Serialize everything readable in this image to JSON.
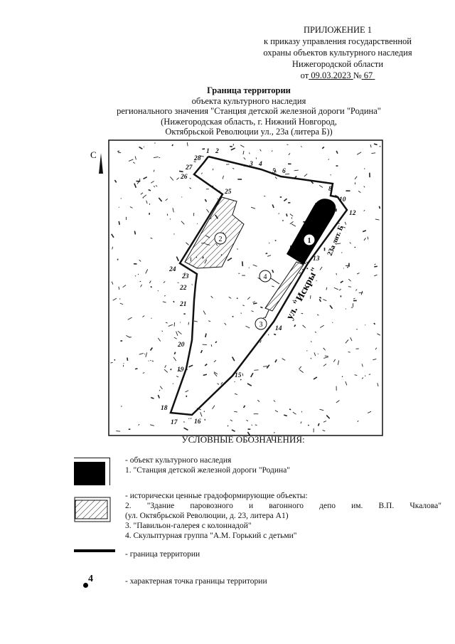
{
  "header": {
    "appendix": "ПРИЛОЖЕНИЕ 1",
    "line1": "к приказу управления государственной",
    "line2": "охраны объектов культурного наследия",
    "line3": "Нижегородской области",
    "date_prefix": "от",
    "date": "09.03.2023",
    "number_prefix": "№",
    "number": "67"
  },
  "title": {
    "main": "Граница территории",
    "line1": "объекта культурного наследия",
    "line2": "регионального значения \"Станция детской железной дороги \"Родина\"",
    "line3": "(Нижегородская область, г. Нижний Новгород,",
    "line4": "Октябрьской Революции ул., 23а (литера Б))"
  },
  "map": {
    "north_label": "С",
    "street_label": "ул. \"Искры\"",
    "address_label": "23а лит. Б",
    "object_labels": [
      "1",
      "2",
      "3",
      "4"
    ],
    "boundary_points": [
      "1",
      "2",
      "3",
      "4",
      "5",
      "6",
      "8",
      "10",
      "12",
      "13",
      "14",
      "15",
      "16",
      "17",
      "18",
      "19",
      "20",
      "21",
      "22",
      "23",
      "24",
      "25",
      "26",
      "27",
      "28"
    ]
  },
  "legend": {
    "title": "УСЛОВНЫЕ ОБОЗНАЧЕНИЯ:",
    "heritage": {
      "desc": "- объект культурного наследия",
      "item1": "1. \"Станция детской железной дороги \"Родина\""
    },
    "historic": {
      "desc": "- исторически ценные градоформирующие объекты:",
      "item2_words": [
        "2.",
        "\"Здание",
        "паровозного",
        "и",
        "вагонного",
        "депо",
        "им.",
        "В.П.",
        "Чкалова\""
      ],
      "item2_cont": "(ул. Октябрьской Революции, д. 23, литера А1)",
      "item3": "3. \"Павильон-галерея с колоннадой\"",
      "item4": "4. Скульптурная группа \"А.М. Горький с детьми\""
    },
    "boundary": {
      "desc": "- граница территории"
    },
    "point": {
      "symbol_label": "4",
      "desc": "- характерная точка границы территории"
    }
  }
}
